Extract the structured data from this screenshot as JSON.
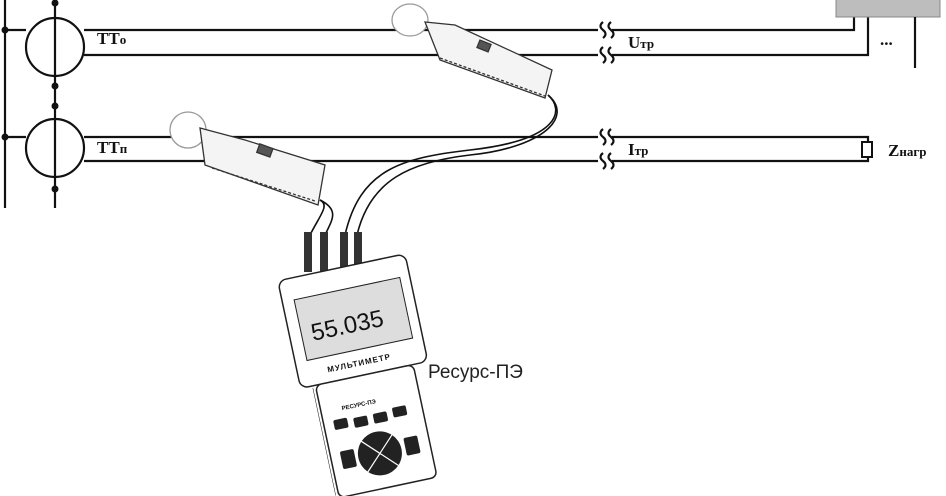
{
  "labels": {
    "tt_o": {
      "main": "ТТ",
      "sub": "о"
    },
    "tt_p": {
      "main": "ТТ",
      "sub": "п"
    },
    "u_tr": {
      "main": "U",
      "sub": "тр"
    },
    "i_tr": {
      "main": "I",
      "sub": "тр"
    },
    "z_nagr": {
      "main": "Z",
      "sub": "нагр"
    },
    "ellipsis": "...",
    "device_name": "Ресурс-ПЭ"
  },
  "device": {
    "display_value": "55.035",
    "brand_label": "МУЛЬТИМЕТР",
    "model_label": "РЕСУРС-ПЭ"
  }
}
